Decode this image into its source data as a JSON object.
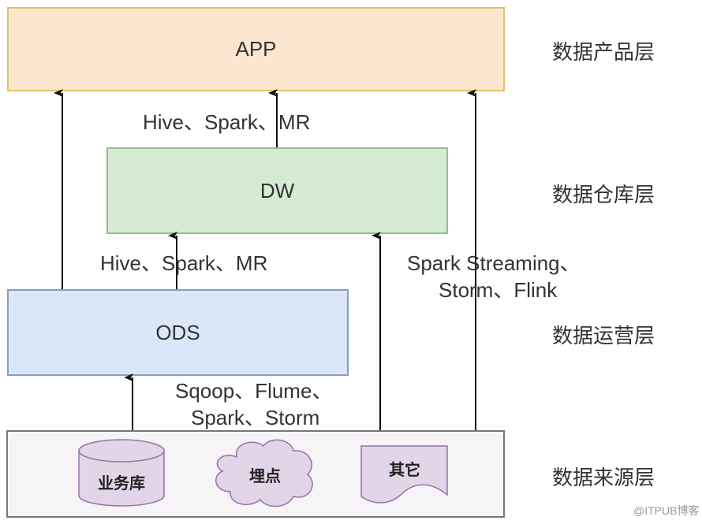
{
  "layers": [
    {
      "id": "app",
      "box_label": "APP",
      "layer_name": "数据产品层",
      "fill": "#fde6cf",
      "stroke": "#e0c36a"
    },
    {
      "id": "dw",
      "box_label": "DW",
      "layer_name": "数据仓库层",
      "fill": "#d6ebd3",
      "stroke": "#93bf8d"
    },
    {
      "id": "ods",
      "box_label": "ODS",
      "layer_name": "数据运营层",
      "fill": "#dae7f9",
      "stroke": "#8b9ac5"
    },
    {
      "id": "source",
      "box_label": "",
      "layer_name": "数据来源层",
      "fill": "#f6f4f7",
      "stroke": "#777777"
    }
  ],
  "sources": [
    {
      "shape": "database-cylinder",
      "label": "业务库"
    },
    {
      "shape": "cloud",
      "label": "埋点"
    },
    {
      "shape": "document",
      "label": "其它"
    }
  ],
  "tools": {
    "dw_to_app": "Hive、Spark、MR",
    "ods_to_dw": "Hive、Spark、MR",
    "stream_line1": "Spark Streaming、",
    "stream_line2": "Storm、Flink",
    "source_to_ods_line1": "Sqoop、Flume、",
    "source_to_ods_line2": "Spark、Storm"
  },
  "flows": [
    {
      "from": "ods",
      "to": "app"
    },
    {
      "from": "dw",
      "to": "app"
    },
    {
      "from": "source",
      "to": "app"
    },
    {
      "from": "ods",
      "to": "dw"
    },
    {
      "from": "source",
      "to": "dw"
    },
    {
      "from": "source",
      "to": "ods"
    }
  ],
  "watermark": "@ITPUB博客",
  "colors": {
    "arrow": "#111111",
    "shape_fill": "#e1d5e7",
    "shape_stroke": "#9673a6"
  }
}
